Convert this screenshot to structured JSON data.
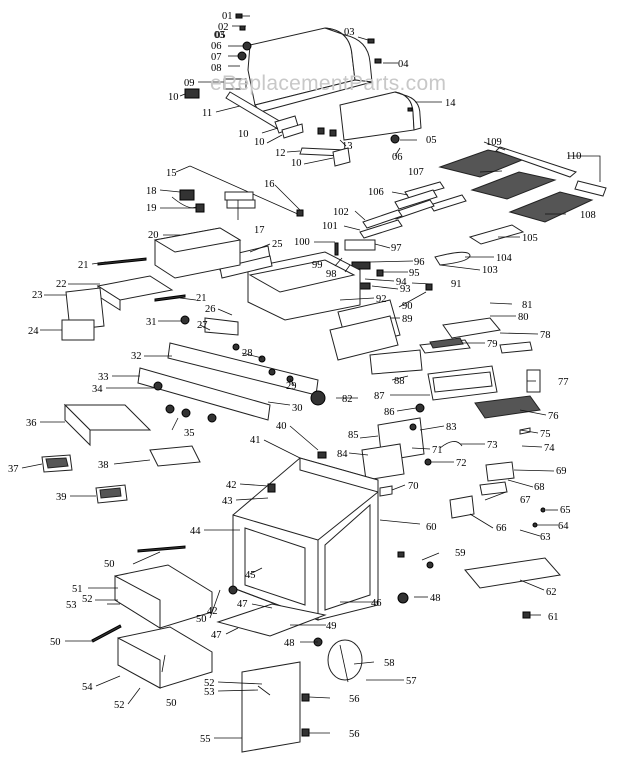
{
  "watermark": "eReplacementParts.com",
  "callouts": [
    {
      "id": "c01",
      "label": "01"
    },
    {
      "id": "c02",
      "label": "02"
    },
    {
      "id": "c03a",
      "label": "03"
    },
    {
      "id": "c03b",
      "label": "03"
    },
    {
      "id": "c04",
      "label": "04"
    },
    {
      "id": "c05a",
      "label": "05"
    },
    {
      "id": "c05b",
      "label": "05"
    },
    {
      "id": "c06a",
      "label": "06"
    },
    {
      "id": "c06b",
      "label": "06"
    },
    {
      "id": "c07",
      "label": "07"
    },
    {
      "id": "c08",
      "label": "08"
    },
    {
      "id": "c09",
      "label": "09"
    },
    {
      "id": "c10a",
      "label": "10"
    },
    {
      "id": "c10b",
      "label": "10"
    },
    {
      "id": "c10c",
      "label": "10"
    },
    {
      "id": "c10d",
      "label": "10"
    },
    {
      "id": "c11",
      "label": "11"
    },
    {
      "id": "c12",
      "label": "12"
    },
    {
      "id": "c13",
      "label": "13"
    },
    {
      "id": "c14",
      "label": "14"
    },
    {
      "id": "c15",
      "label": "15"
    },
    {
      "id": "c16",
      "label": "16"
    },
    {
      "id": "c17",
      "label": "17"
    },
    {
      "id": "c18",
      "label": "18"
    },
    {
      "id": "c19",
      "label": "19"
    },
    {
      "id": "c20",
      "label": "20"
    },
    {
      "id": "c21a",
      "label": "21"
    },
    {
      "id": "c21b",
      "label": "21"
    },
    {
      "id": "c22",
      "label": "22"
    },
    {
      "id": "c23",
      "label": "23"
    },
    {
      "id": "c24",
      "label": "24"
    },
    {
      "id": "c25",
      "label": "25"
    },
    {
      "id": "c26",
      "label": "26"
    },
    {
      "id": "c27",
      "label": "27"
    },
    {
      "id": "c28",
      "label": "28"
    },
    {
      "id": "c29",
      "label": "29"
    },
    {
      "id": "c30",
      "label": "30"
    },
    {
      "id": "c31",
      "label": "31"
    },
    {
      "id": "c32",
      "label": "32"
    },
    {
      "id": "c33",
      "label": "33"
    },
    {
      "id": "c34",
      "label": "34"
    },
    {
      "id": "c35",
      "label": "35"
    },
    {
      "id": "c36",
      "label": "36"
    },
    {
      "id": "c37",
      "label": "37"
    },
    {
      "id": "c38",
      "label": "38"
    },
    {
      "id": "c39",
      "label": "39"
    },
    {
      "id": "c40",
      "label": "40"
    },
    {
      "id": "c41",
      "label": "41"
    },
    {
      "id": "c42a",
      "label": "42"
    },
    {
      "id": "c42b",
      "label": "42"
    },
    {
      "id": "c43",
      "label": "43"
    },
    {
      "id": "c44",
      "label": "44"
    },
    {
      "id": "c45",
      "label": "45"
    },
    {
      "id": "c46",
      "label": "46"
    },
    {
      "id": "c47a",
      "label": "47"
    },
    {
      "id": "c47b",
      "label": "47"
    },
    {
      "id": "c48a",
      "label": "48"
    },
    {
      "id": "c48b",
      "label": "48"
    },
    {
      "id": "c49",
      "label": "49"
    },
    {
      "id": "c50a",
      "label": "50"
    },
    {
      "id": "c50b",
      "label": "50"
    },
    {
      "id": "c50c",
      "label": "50"
    },
    {
      "id": "c50d",
      "label": "50"
    },
    {
      "id": "c51",
      "label": "51"
    },
    {
      "id": "c52a",
      "label": "52"
    },
    {
      "id": "c52b",
      "label": "52"
    },
    {
      "id": "c52c",
      "label": "52"
    },
    {
      "id": "c53a",
      "label": "53"
    },
    {
      "id": "c53b",
      "label": "53"
    },
    {
      "id": "c54",
      "label": "54"
    },
    {
      "id": "c55",
      "label": "55"
    },
    {
      "id": "c56a",
      "label": "56"
    },
    {
      "id": "c56b",
      "label": "56"
    },
    {
      "id": "c57",
      "label": "57"
    },
    {
      "id": "c58",
      "label": "58"
    },
    {
      "id": "c59",
      "label": "59"
    },
    {
      "id": "c60",
      "label": "60"
    },
    {
      "id": "c61",
      "label": "61"
    },
    {
      "id": "c62",
      "label": "62"
    },
    {
      "id": "c63",
      "label": "63"
    },
    {
      "id": "c64",
      "label": "64"
    },
    {
      "id": "c65",
      "label": "65"
    },
    {
      "id": "c66",
      "label": "66"
    },
    {
      "id": "c67",
      "label": "67"
    },
    {
      "id": "c68",
      "label": "68"
    },
    {
      "id": "c69",
      "label": "69"
    },
    {
      "id": "c70",
      "label": "70"
    },
    {
      "id": "c71",
      "label": "71"
    },
    {
      "id": "c72",
      "label": "72"
    },
    {
      "id": "c73",
      "label": "73"
    },
    {
      "id": "c74",
      "label": "74"
    },
    {
      "id": "c75",
      "label": "75"
    },
    {
      "id": "c76",
      "label": "76"
    },
    {
      "id": "c77",
      "label": "77"
    },
    {
      "id": "c78",
      "label": "78"
    },
    {
      "id": "c79",
      "label": "79"
    },
    {
      "id": "c80",
      "label": "80"
    },
    {
      "id": "c81",
      "label": "81"
    },
    {
      "id": "c82",
      "label": "82"
    },
    {
      "id": "c83",
      "label": "83"
    },
    {
      "id": "c84",
      "label": "84"
    },
    {
      "id": "c85",
      "label": "85"
    },
    {
      "id": "c86",
      "label": "86"
    },
    {
      "id": "c87",
      "label": "87"
    },
    {
      "id": "c88",
      "label": "88"
    },
    {
      "id": "c89",
      "label": "89"
    },
    {
      "id": "c90",
      "label": "90"
    },
    {
      "id": "c91",
      "label": "91"
    },
    {
      "id": "c92",
      "label": "92"
    },
    {
      "id": "c93",
      "label": "93"
    },
    {
      "id": "c94",
      "label": "94"
    },
    {
      "id": "c95",
      "label": "95"
    },
    {
      "id": "c96",
      "label": "96"
    },
    {
      "id": "c97",
      "label": "97"
    },
    {
      "id": "c98",
      "label": "98"
    },
    {
      "id": "c99",
      "label": "99"
    },
    {
      "id": "c100",
      "label": "100"
    },
    {
      "id": "c101",
      "label": "101"
    },
    {
      "id": "c102",
      "label": "102"
    },
    {
      "id": "c103",
      "label": "103"
    },
    {
      "id": "c104",
      "label": "104"
    },
    {
      "id": "c105",
      "label": "105"
    },
    {
      "id": "c106",
      "label": "106"
    },
    {
      "id": "c107",
      "label": "107"
    },
    {
      "id": "c108",
      "label": "108"
    },
    {
      "id": "c109",
      "label": "109"
    },
    {
      "id": "c110",
      "label": "110"
    }
  ]
}
